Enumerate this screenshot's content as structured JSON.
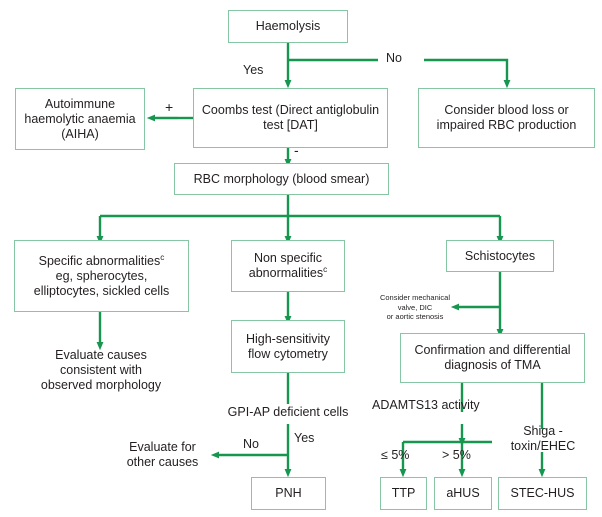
{
  "diagram": {
    "title": "Haemolysis diagnostic flowchart",
    "colors": {
      "box_border": "#86c6a5",
      "arrow": "#17964f",
      "text": "#231f20",
      "background": "#ffffff"
    },
    "nodes": {
      "haemolysis": "Haemolysis",
      "coombs": "Coombs test\n(Direct antiglobulin test [DAT]",
      "blood_loss": "Consider blood loss or\nimpaired RBC production",
      "aiha": "Autoimmune\nhaemolytic\nanaemia (AIHA)",
      "rbc_morphology": "RBC morphology (blood smear)",
      "specific_abnormalities_line1": "Specific abnormalities",
      "specific_abnormalities_sup": "c",
      "specific_abnormalities_rest": "eg, spherocytes,\nelliptocytes, sickled cells",
      "nonspecific_line1": "Non specific\nabnormalities",
      "nonspecific_sup": "c",
      "schistocytes": "Schistocytes",
      "flow_cytometry": "High-sensitivity\nflow cytometry",
      "tma": "Confirmation and differential\ndiagnosis of TMA",
      "pnh": "PNH",
      "ttp": "TTP",
      "ahus": "aHUS",
      "stec_hus": "STEC-HUS"
    },
    "free_text": {
      "evaluate_causes": "Evaluate causes\nconsistent with\nobserved morphology",
      "evaluate_other": "Evaluate for\nother causes",
      "gpi_ap": "GPI-AP deficient cells",
      "consider_mechanical": "Consider mechanical\nvalve, DIC\nor aortic stenosis",
      "adamts13": "ADAMTS13 activity",
      "shiga": "Shiga -\ntoxin/EHEC"
    },
    "edge_labels": {
      "yes_haemolysis": "Yes",
      "no_haemolysis": "No",
      "dat_positive": "+",
      "dat_negative": "-",
      "pnh_yes": "Yes",
      "pnh_no": "No",
      "adamts_low": "≤ 5%",
      "adamts_high": "> 5%"
    }
  }
}
